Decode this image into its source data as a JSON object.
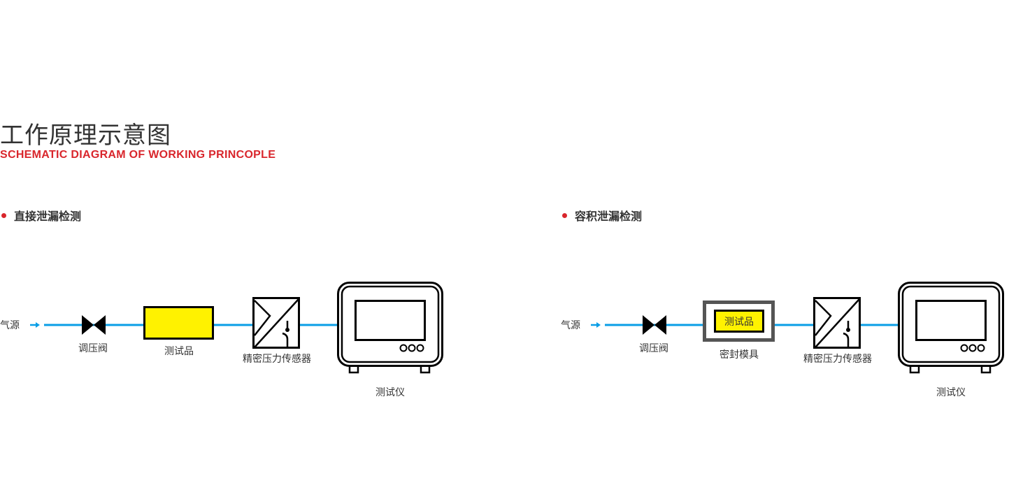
{
  "header": {
    "title": "工作原理示意图",
    "subtitle": "SCHEMATIC DIAGRAM OF WORKING PRINCOPLE"
  },
  "colors": {
    "accent": "#d9262c",
    "pipe": "#0a9ee6",
    "sample": "#fff200",
    "mold": "#555555"
  },
  "diagrams": [
    {
      "title": "直接泄漏检测",
      "source": "气源",
      "valve": "调压阀",
      "sample": "测试品",
      "sensor": "精密压力传感器",
      "instrument": "测试仪"
    },
    {
      "title": "容积泄漏检测",
      "source": "气源",
      "valve": "调压阀",
      "sample": "测试品",
      "mold": "密封模具",
      "sensor": "精密压力传感器",
      "instrument": "测试仪"
    }
  ]
}
